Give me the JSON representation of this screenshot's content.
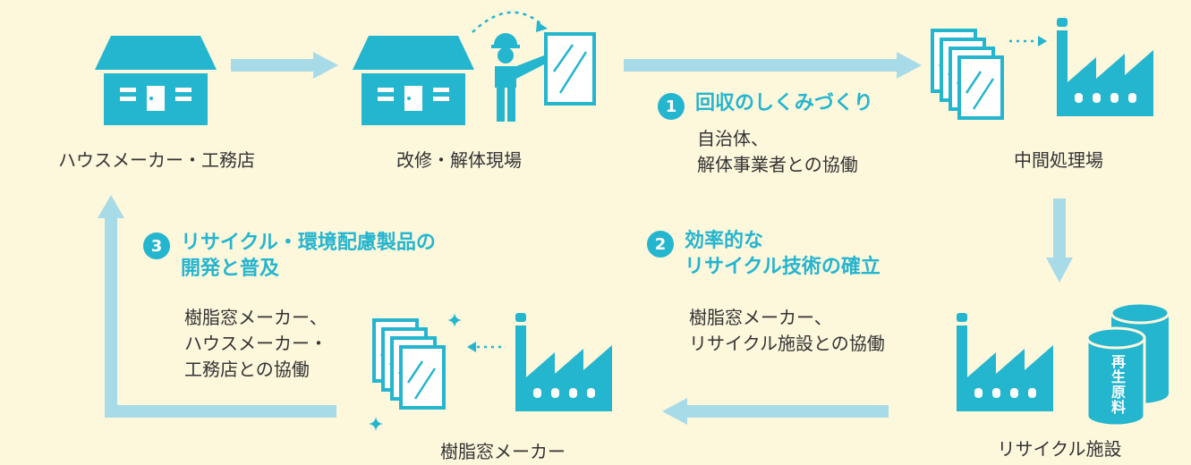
{
  "nodes": {
    "house_maker": "ハウスメーカー・工務店",
    "renovation_site": "改修・解体現場",
    "intermediate": "中間処理場",
    "recycling": "リサイクル施設",
    "window_maker": "樹脂窓メーカー"
  },
  "tank_label": "再生原料",
  "steps": [
    {
      "number": "1",
      "title": "回収のしくみづくり",
      "desc_lines": [
        "自治体、",
        "解体事業者との協働"
      ]
    },
    {
      "number": "2",
      "title_lines": [
        "効率的な",
        "リサイクル技術の確立"
      ],
      "desc_lines": [
        "樹脂窓メーカー、",
        "リサイクル施設との協働"
      ]
    },
    {
      "number": "3",
      "title_lines": [
        "リサイクル・環境配慮製品の",
        "開発と普及"
      ],
      "desc_lines": [
        "樹脂窓メーカー、",
        "ハウスメーカー・",
        "工務店との協働"
      ]
    }
  ],
  "colors": {
    "accent": "#24b5cf",
    "arrow": "#a8dbe8",
    "background": "#fdf7dc"
  }
}
